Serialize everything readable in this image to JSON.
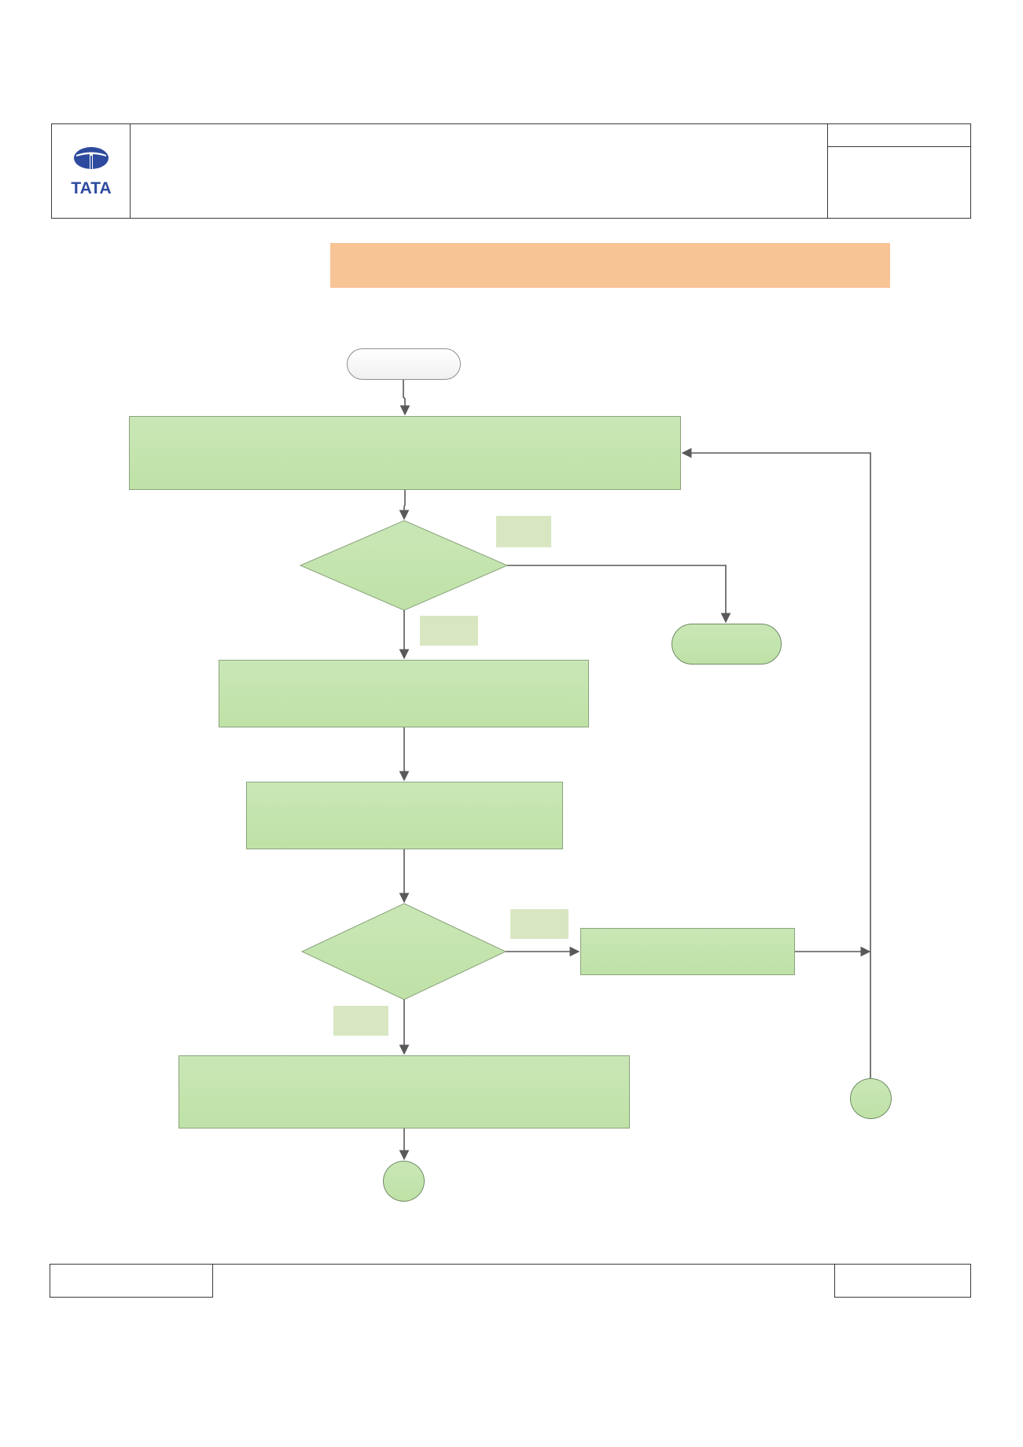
{
  "header": {
    "logo_text": "TATA",
    "logo_icon": "tata-logo-icon"
  },
  "colors": {
    "banner": "#f7c496",
    "process_fill": "#c4e4ad",
    "label_fill": "#d8e7c2",
    "line": "#595959",
    "logo_blue": "#2d4a9e"
  },
  "flowchart": {
    "nodes": [
      {
        "id": "start",
        "type": "terminal"
      },
      {
        "id": "process-1",
        "type": "process"
      },
      {
        "id": "decision-1",
        "type": "decision"
      },
      {
        "id": "end",
        "type": "terminal"
      },
      {
        "id": "process-2",
        "type": "process"
      },
      {
        "id": "process-3",
        "type": "process"
      },
      {
        "id": "decision-2",
        "type": "decision"
      },
      {
        "id": "process-4",
        "type": "process"
      },
      {
        "id": "process-5",
        "type": "process"
      },
      {
        "id": "connector-bottom",
        "type": "connector"
      },
      {
        "id": "connector-right",
        "type": "connector"
      }
    ],
    "edges": [
      {
        "from": "start",
        "to": "process-1"
      },
      {
        "from": "process-1",
        "to": "decision-1"
      },
      {
        "from": "decision-1",
        "to": "end"
      },
      {
        "from": "decision-1",
        "to": "process-2"
      },
      {
        "from": "process-2",
        "to": "process-3"
      },
      {
        "from": "process-3",
        "to": "decision-2"
      },
      {
        "from": "decision-2",
        "to": "process-4"
      },
      {
        "from": "decision-2",
        "to": "process-5"
      },
      {
        "from": "process-5",
        "to": "connector-bottom"
      },
      {
        "from": "process-4",
        "to": "connector-right"
      },
      {
        "from": "connector-right",
        "to": "process-1"
      }
    ]
  }
}
